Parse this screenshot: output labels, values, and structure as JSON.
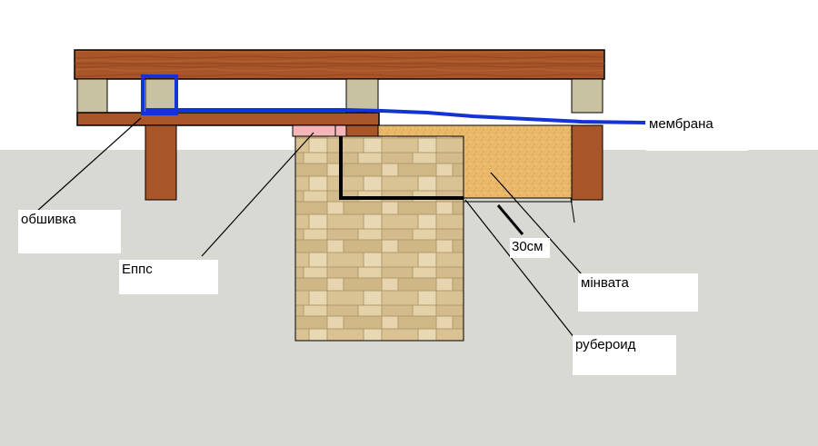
{
  "labels": {
    "membrane": "мембрана",
    "sheathing": "обшивка",
    "xps": "Еппс",
    "mineral_wool": "мінвата",
    "roofing_felt": "рубероид",
    "dimension": "30см"
  },
  "colors": {
    "sky": "#ffffff",
    "ground": "#d9d9d4",
    "wood": "#a8552a",
    "wood_dark": "#8a4420",
    "joist_end": "#c9c2a0",
    "mineral_wool": "#e9b86a",
    "xps": "#f4b6b6",
    "stone": "#d9c49a",
    "membrane": "#1433d6"
  }
}
